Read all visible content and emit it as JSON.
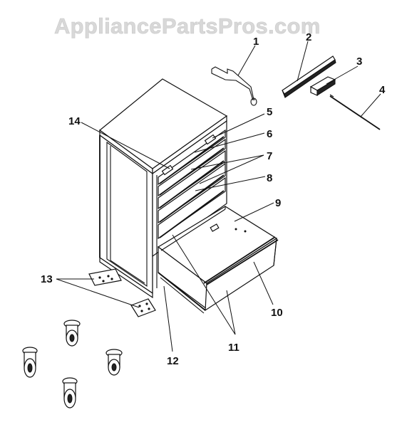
{
  "watermark": "AppliancePartsPros.com",
  "callouts": [
    "1",
    "2",
    "3",
    "4",
    "5",
    "6",
    "7",
    "8",
    "9",
    "10",
    "11",
    "12",
    "13",
    "14"
  ]
}
